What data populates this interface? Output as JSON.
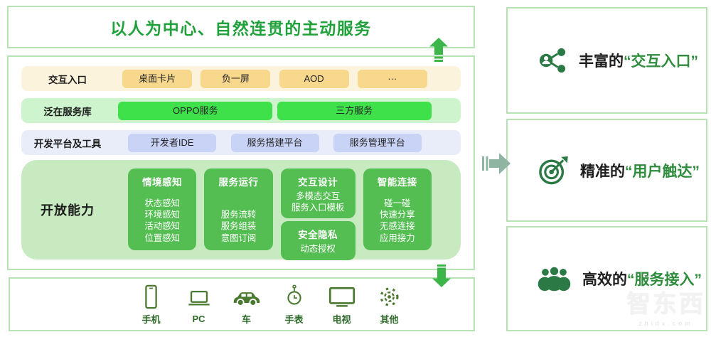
{
  "title": "以人为中心、自然连贯的主动服务",
  "stack": {
    "entry": {
      "label": "交互入口",
      "items": [
        "桌面卡片",
        "负一屏",
        "AOD",
        "···"
      ]
    },
    "services": {
      "label": "泛在服务库",
      "items": [
        "OPPO服务",
        "三方服务"
      ]
    },
    "devtools": {
      "label": "开发平台及工具",
      "items": [
        "开发者IDE",
        "服务搭建平台",
        "服务管理平台"
      ]
    },
    "capabilities": {
      "label": "开放能力",
      "cards": [
        {
          "title": "情境感知",
          "items": [
            "状态感知",
            "环境感知",
            "活动感知",
            "位置感知"
          ]
        },
        {
          "title": "服务运行",
          "items": [
            "服务流转",
            "服务组装",
            "意图订阅"
          ]
        },
        {
          "title": "交互设计",
          "items": [
            "多模态交互",
            "服务入口模板"
          ]
        },
        {
          "title": "安全隐私",
          "items": [
            "动态授权"
          ]
        },
        {
          "title": "智能连接",
          "items": [
            "碰一碰",
            "快速分享",
            "无感连接",
            "应用接力"
          ]
        }
      ]
    }
  },
  "devices": [
    {
      "icon": "phone-icon",
      "label": "手机"
    },
    {
      "icon": "laptop-icon",
      "label": "PC"
    },
    {
      "icon": "car-icon",
      "label": "车"
    },
    {
      "icon": "watch-icon",
      "label": "手表"
    },
    {
      "icon": "tv-icon",
      "label": "电视"
    },
    {
      "icon": "gear-icon",
      "label": "其他"
    }
  ],
  "benefits": [
    {
      "icon": "share-contact-icon",
      "prefix": "丰富的",
      "highlight": "“交互入口”"
    },
    {
      "icon": "target-icon",
      "prefix": "精准的",
      "highlight": "“用户触达”"
    },
    {
      "icon": "people-icon",
      "prefix": "高效的",
      "highlight": "“服务接入”"
    }
  ],
  "watermark": {
    "text": "智东西",
    "sub": "zhidx.com"
  },
  "colors": {
    "title_green": "#21A13B",
    "border_green": "#B9E2B4",
    "arrow_green": "#3CB54A",
    "arrow_gray_green": "#8FB4A1",
    "entry_row_bg": "#FCF3DC",
    "entry_chip_bg": "#F8D88D",
    "service_row_bg": "#CDF4CC",
    "service_chip_bg": "#3FE14A",
    "devtool_row_bg": "#E9EDFA",
    "devtool_chip_bg": "#C9D3F6",
    "capability_bg": "#C8EAC1",
    "capability_card_bg": "#55BE53",
    "device_icon_green": "#4A7A30",
    "benefit_icon_green": "#2B7A46",
    "highlight_green": "#2E8C3C"
  }
}
